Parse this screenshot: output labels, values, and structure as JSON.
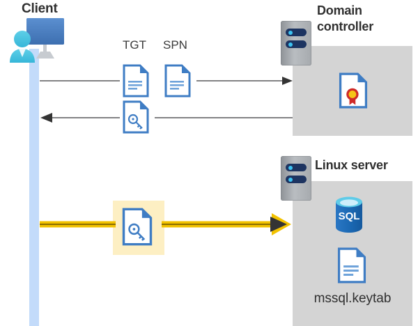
{
  "diagram": {
    "title": "Kerberos authentication flow between client, domain controller and Linux server",
    "background": "#ffffff"
  },
  "colors": {
    "lifeline": "#c3dbfa",
    "panel_gray": "#d4d4d4",
    "highlight_yellow": "#fdefc3",
    "arrow_yellow": "#f2c200",
    "arrow_gray": "#59595b",
    "doc_blue": "#3f7dc4",
    "sql_blue": "#1b68b3",
    "title_dark": "#2f2f2f",
    "seal_red": "#cf2a27",
    "seal_gold": "#f5c518"
  },
  "actors": {
    "client": {
      "label": "Client",
      "icon": "user-with-monitor-icon"
    },
    "domain_controller": {
      "label_line1": "Domain",
      "label_line2": "controller",
      "icon": "server-rack-icon",
      "contents": [
        {
          "icon": "certificate-icon",
          "label": ""
        }
      ]
    },
    "linux_server": {
      "label": "Linux server",
      "icon": "server-rack-icon",
      "contents": [
        {
          "icon": "sql-database-icon",
          "label": "SQL"
        },
        {
          "icon": "document-icon",
          "label": "mssql.keytab"
        }
      ]
    }
  },
  "flows": [
    {
      "id": "request",
      "direction": "client-to-dc",
      "style": "gray-thin",
      "labels": [
        "TGT",
        "SPN"
      ],
      "icons": [
        "document-icon",
        "document-icon"
      ]
    },
    {
      "id": "ticket-response",
      "direction": "dc-to-client",
      "style": "gray-thin",
      "labels": [],
      "icons": [
        "key-document-icon"
      ]
    },
    {
      "id": "service-ticket",
      "direction": "client-to-linux",
      "style": "yellow-thick",
      "labels": [],
      "icons": [
        "key-document-icon"
      ],
      "highlighted": true
    }
  ],
  "labels": {
    "tgt": "TGT",
    "spn": "SPN",
    "sql": "SQL",
    "keytab": "mssql.keytab"
  }
}
